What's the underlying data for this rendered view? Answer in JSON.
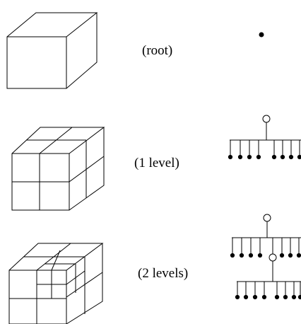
{
  "labels": {
    "root": "(root)",
    "level1": "(1 level)",
    "level2": "(2 levels)"
  },
  "colors": {
    "stroke": "#000000",
    "background": "#ffffff"
  }
}
